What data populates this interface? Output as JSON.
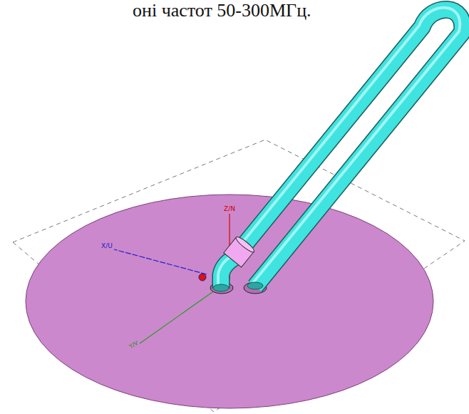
{
  "diagram": {
    "labels": [
      "оні частот 50-300МГц.",
      "Z/N",
      "X/U",
      "Y/V"
    ]
  }
}
